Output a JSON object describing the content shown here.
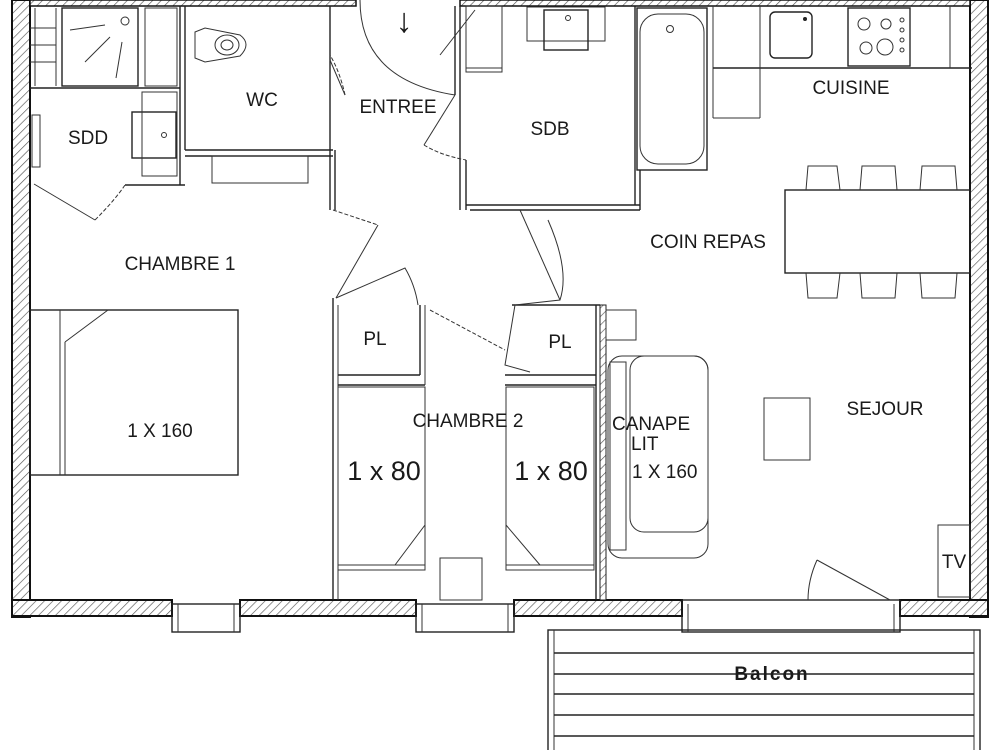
{
  "plan": {
    "rooms": [
      {
        "id": "sdd",
        "label": "SDD"
      },
      {
        "id": "wc",
        "label": "WC"
      },
      {
        "id": "entree",
        "label": "ENTREE"
      },
      {
        "id": "sdb",
        "label": "SDB"
      },
      {
        "id": "cuisine",
        "label": "CUISINE"
      },
      {
        "id": "coin_repas",
        "label": "COIN REPAS"
      },
      {
        "id": "chambre1",
        "label": "CHAMBRE 1"
      },
      {
        "id": "chambre2",
        "label": "CHAMBRE 2"
      },
      {
        "id": "placard1",
        "label": "PL"
      },
      {
        "id": "placard2",
        "label": "PL"
      },
      {
        "id": "sejour",
        "label": "SEJOUR"
      },
      {
        "id": "balcon",
        "label": "Balcon"
      }
    ],
    "furniture": {
      "bed_chambre1": "1 X 160",
      "bed_chambre2_left": "1 x 80",
      "bed_chambre2_right": "1 x 80",
      "sofa_line1": "CANAPE",
      "sofa_line2": "LIT",
      "sofa_size": "1 X 160",
      "tv": "TV"
    },
    "entrance_arrow": "↓",
    "colors": {
      "wall": "#111111",
      "hatch": "#555555",
      "line": "#222222",
      "background": "#ffffff"
    }
  }
}
